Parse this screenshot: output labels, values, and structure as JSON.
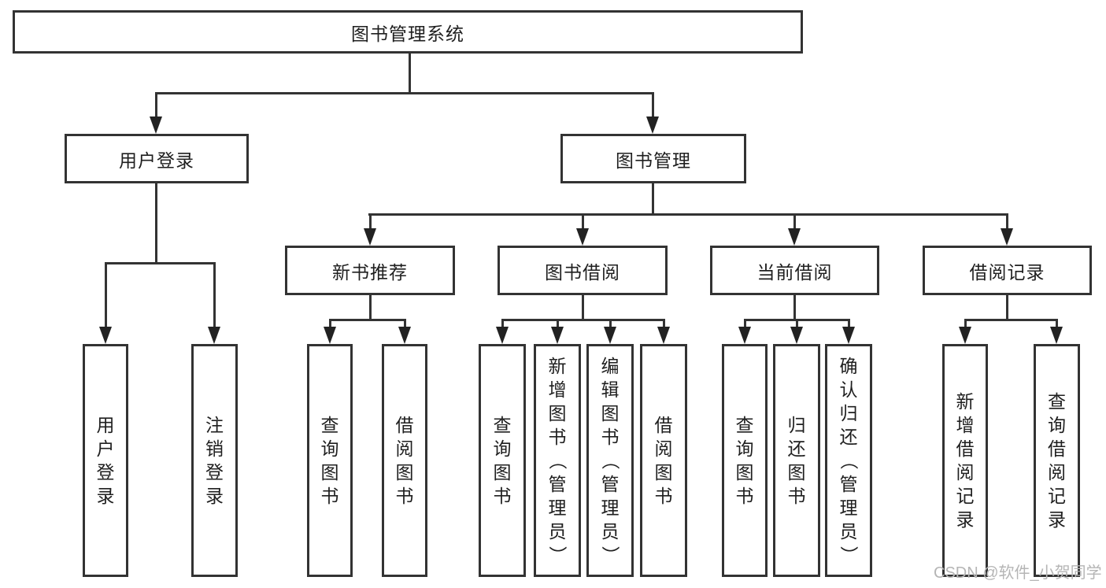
{
  "tree": {
    "label": "图书管理系统",
    "children": [
      {
        "label": "用户登录",
        "children": [
          {
            "label": "用户登录"
          },
          {
            "label": "注销登录"
          }
        ]
      },
      {
        "label": "图书管理",
        "children": [
          {
            "label": "新书推荐",
            "children": [
              {
                "label": "查询图书"
              },
              {
                "label": "借阅图书"
              }
            ]
          },
          {
            "label": "图书借阅",
            "children": [
              {
                "label": "查询图书"
              },
              {
                "label": "新增图书（管理员）"
              },
              {
                "label": "编辑图书（管理员）"
              },
              {
                "label": "借阅图书"
              }
            ]
          },
          {
            "label": "当前借阅",
            "children": [
              {
                "label": "查询图书"
              },
              {
                "label": "归还图书"
              },
              {
                "label": "确认归还（管理员）"
              }
            ]
          },
          {
            "label": "借阅记录",
            "children": [
              {
                "label": "新增借阅记录"
              },
              {
                "label": "查询借阅记录"
              }
            ]
          }
        ]
      }
    ]
  },
  "watermark": {
    "text": "CSDN @软件_小贺同学",
    "color": "#b5b5b5"
  },
  "colors": {
    "line": "#333333",
    "box_border": "#333333",
    "box_fill": "#ffffff",
    "text": "#1f1f1f",
    "background": "#ffffff"
  }
}
